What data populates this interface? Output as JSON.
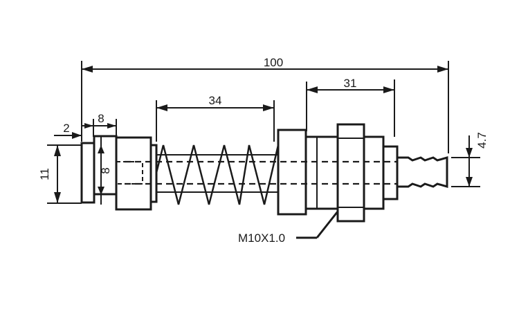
{
  "dimensions": {
    "overall_length": "100",
    "spring_length": "34",
    "thread_length": "31",
    "head_width": "8",
    "head_offset": "2",
    "head_diameter": "11",
    "inner_diameter": "8",
    "tip_diameter": "4.7"
  },
  "thread_callout": "M10X1.0",
  "colors": {
    "line": "#1a1a1a",
    "background": "#ffffff"
  }
}
